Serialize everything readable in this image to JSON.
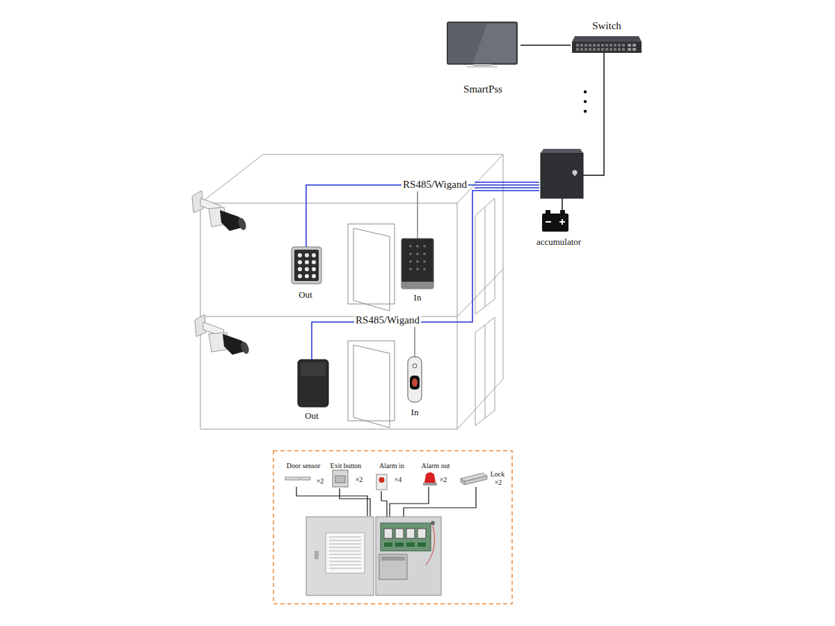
{
  "diagram": {
    "nodes": [
      {
        "text": [
          "Switch"
        ]
      },
      {
        "text": [
          "SmartPss"
        ]
      },
      {
        "text": [
          "accumulator"
        ]
      },
      {
        "text": [
          "Out"
        ]
      },
      {
        "text": [
          "In"
        ]
      },
      {
        "text": [
          "Out"
        ]
      },
      {
        "text": [
          "In"
        ]
      },
      {
        "text": [
          "Door sensor",
          "×2"
        ]
      },
      {
        "text": [
          "Exit button",
          "×2"
        ]
      },
      {
        "text": [
          "Alarm in",
          "×4"
        ]
      },
      {
        "text": [
          "Alarm out",
          "×2"
        ]
      },
      {
        "text": [
          "Lock",
          "×2"
        ]
      }
    ],
    "edges": [
      {
        "from": 1,
        "to": 0,
        "arrow": "none"
      }
    ],
    "labels": [
      "RS485/Wigand",
      "RS485/Wigand"
    ]
  }
}
